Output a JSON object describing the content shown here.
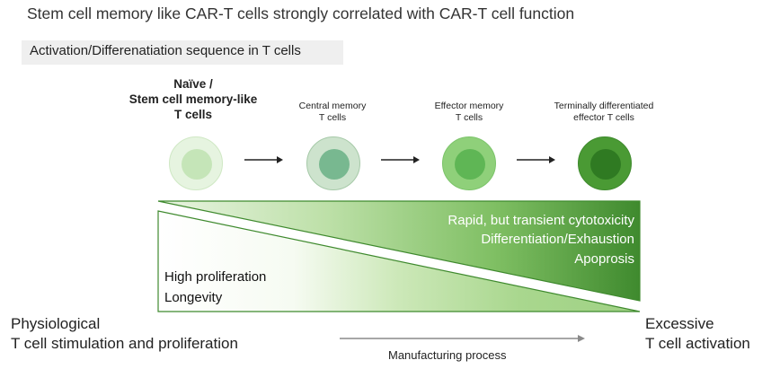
{
  "header": {
    "title": "Stem cell memory like CAR-T cells strongly correlated with CAR-T cell function",
    "subtitle": "Activation/Differenatiation sequence in T cells"
  },
  "stages": [
    {
      "lines": [
        "Naïve /",
        "Stem cell memory-like",
        "T cells"
      ],
      "outer_color": "#e6f4e0",
      "inner_color": "#c5e5b8",
      "border_color": "#cfe8c4"
    },
    {
      "lines": [
        "Central memory",
        "T cells"
      ],
      "outer_color": "#cde3cd",
      "inner_color": "#78b890",
      "border_color": "#a6c9a8"
    },
    {
      "lines": [
        "Effector memory",
        "T cells"
      ],
      "outer_color": "#8fd07a",
      "inner_color": "#5fb655",
      "border_color": "#7cc46a"
    },
    {
      "lines": [
        "Terminally differentiated",
        "effector T cells"
      ],
      "outer_color": "#4a9a34",
      "inner_color": "#2f7a22",
      "border_color": "#3e8a2c"
    }
  ],
  "gradient": {
    "right_text": [
      "Rapid, but transient cytotoxicity",
      "Differentiation/Exhaustion",
      "Apoprosis"
    ],
    "left_text": [
      "High proliferation",
      "Longevity"
    ]
  },
  "bottom": {
    "left_label": [
      "Physiological",
      "T cell stimulation and proliferation"
    ],
    "right_label": [
      "Excessive",
      "T cell activation"
    ],
    "arrow_label": "Manufacturing process"
  },
  "colors": {
    "dark_green": "#3f8a2e",
    "light_green": "#a6d68a",
    "pale": "#ffffff",
    "arrow_gray": "#8a8a8a"
  }
}
